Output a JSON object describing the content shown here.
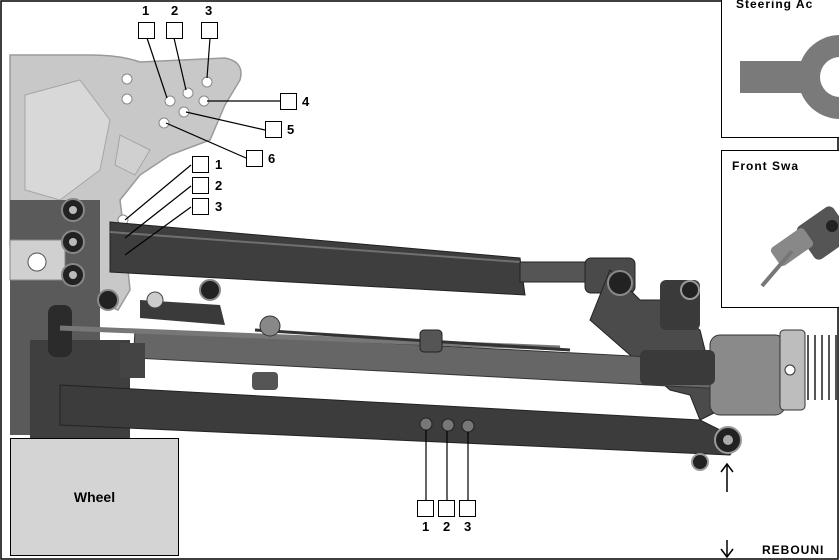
{
  "shock_tower": {
    "upper_labels": [
      "1",
      "2",
      "3",
      "4",
      "5",
      "6"
    ],
    "lower_labels": [
      "1",
      "2",
      "3"
    ]
  },
  "lower_arm": {
    "labels": [
      "1",
      "2",
      "3"
    ]
  },
  "insets": {
    "steering": {
      "title": "Steering Ac"
    },
    "sway": {
      "title": "Front Swa"
    }
  },
  "wheel": {
    "label": "Wheel"
  },
  "arrows": {
    "rebound_label": "REBOUNI"
  },
  "colors": {
    "part_dark": "#3a3a3a",
    "part_mid": "#6a6a6a",
    "tower_light": "#c8c8c8",
    "wheel_box": "#d4d4d4"
  }
}
